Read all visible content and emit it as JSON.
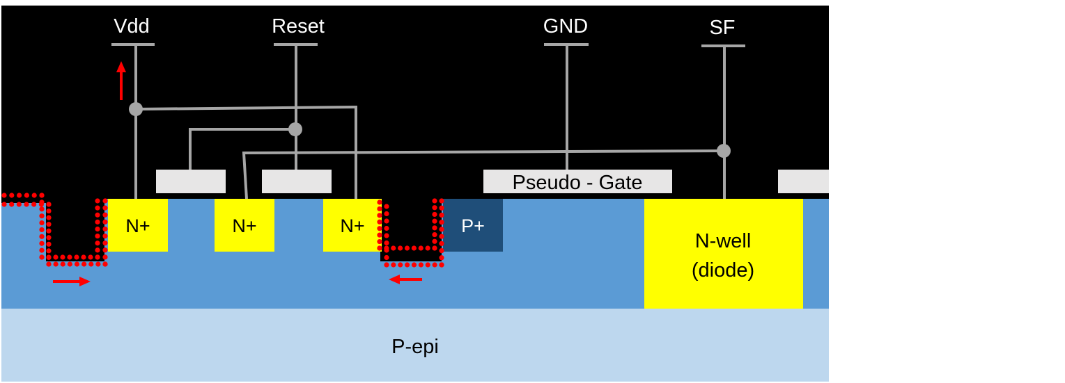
{
  "terminals": {
    "vdd": "Vdd",
    "reset": "Reset",
    "gnd": "GND",
    "sf": "SF"
  },
  "regions": {
    "n_plus": "N+",
    "p_plus": "P+",
    "pseudo_gate": "Pseudo - Gate",
    "n_well_line1": "N-well",
    "n_well_line2": "(diode)",
    "p_epi": "P-epi"
  },
  "colors": {
    "oxide": "#000000",
    "p_well": "#5b9bd5",
    "p_epi": "#bdd7ee",
    "n_doped": "#ffff00",
    "p_plus": "#1f4e79",
    "gate": "#e7e6e6",
    "wire": "#a6a6a6",
    "charge": "#ff0000",
    "text": "#000000",
    "label_light": "#ffffff"
  }
}
